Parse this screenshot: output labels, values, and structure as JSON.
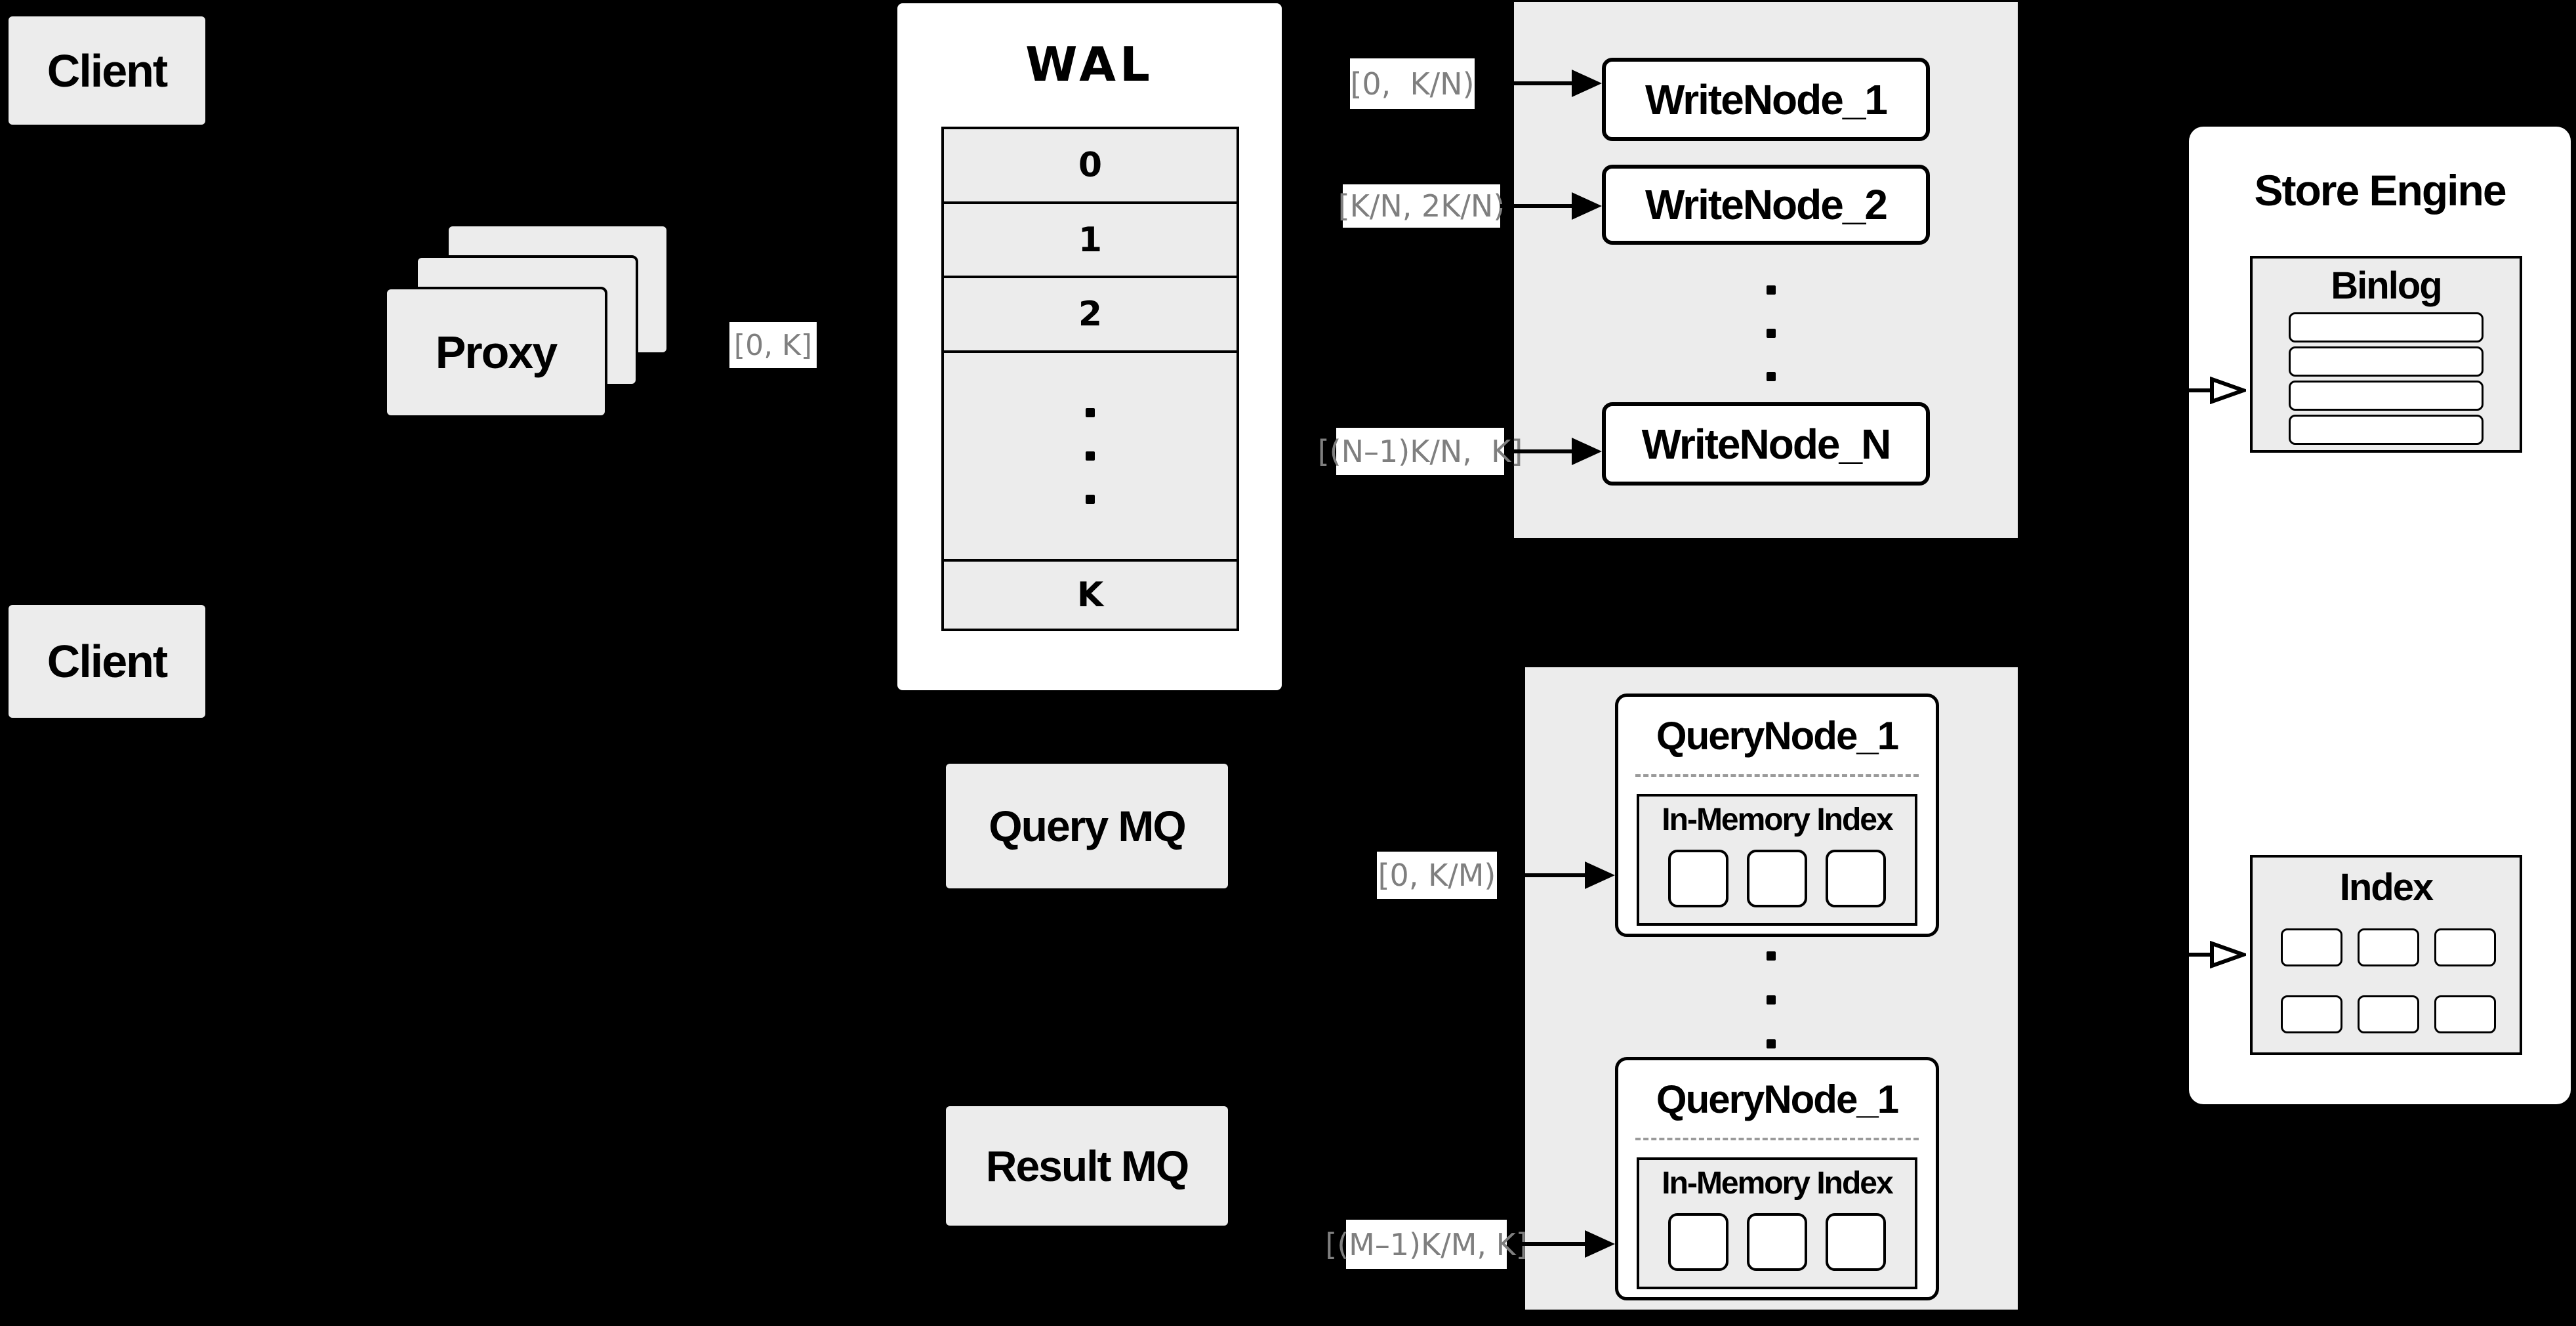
{
  "colors": {
    "background": "#000000",
    "panel_gray": "#ececec",
    "box_white": "#ffffff",
    "line_black": "#000000",
    "range_label_text": "#7f7f7f"
  },
  "clients": {
    "top": "Client",
    "bottom": "Client"
  },
  "proxy": {
    "label": "Proxy",
    "range": "[0, K]"
  },
  "wal": {
    "title": "WAL",
    "rows": [
      "0",
      "1",
      "2"
    ],
    "last_row": "K"
  },
  "write_panel": {
    "nodes": [
      "WriteNode_1",
      "WriteNode_2",
      "WriteNode_N"
    ],
    "ranges": [
      "[0,  K/N)",
      "[K/N, 2K/N)",
      "[(N–1)K/N,  K]"
    ]
  },
  "store_engine": {
    "title": "Store Engine",
    "binlog": {
      "title": "Binlog",
      "rows": 4
    },
    "index": {
      "title": "Index",
      "cells": 6
    }
  },
  "mq": {
    "query": "Query MQ",
    "result": "Result MQ"
  },
  "query_panel": {
    "ranges": [
      "[0, K/M)",
      "[(M–1)K/M, K]"
    ],
    "nodes": [
      {
        "title": "QueryNode_1",
        "inner": "In-Memory Index",
        "cells": 3
      },
      {
        "title": "QueryNode_1",
        "inner": "In-Memory Index",
        "cells": 3
      }
    ]
  }
}
